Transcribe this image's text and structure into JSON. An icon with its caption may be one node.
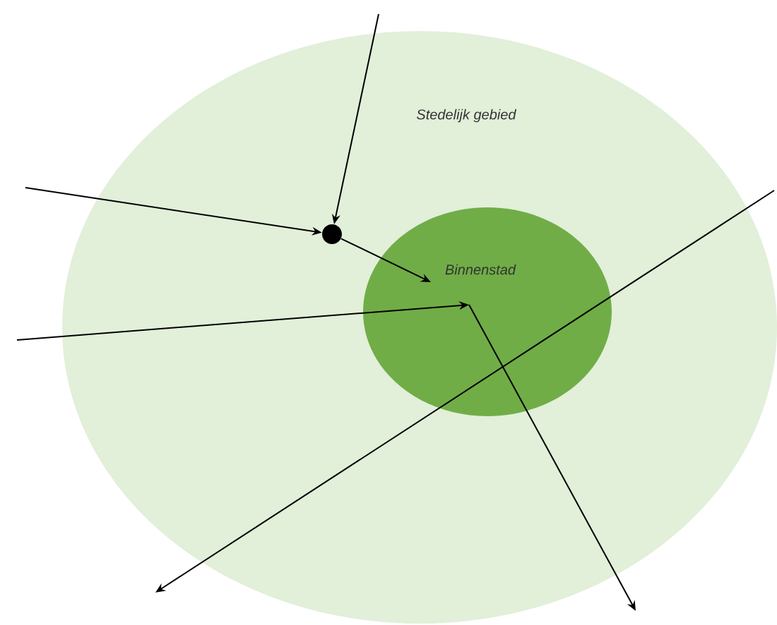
{
  "diagram": {
    "nodes": [
      {
        "text": [
          "Stedelijk gebied"
        ]
      },
      {
        "text": [
          "Binnenstad"
        ],
        "in": 0
      },
      {
        "text": [],
        "shape": "circle",
        "in": 0
      }
    ],
    "edges": [
      {
        "from": null,
        "to": 2,
        "arrow": "to"
      },
      {
        "from": null,
        "to": 2,
        "arrow": "to"
      },
      {
        "from": 2,
        "to": 1,
        "arrow": "to"
      },
      {
        "from": null,
        "to": 1,
        "arrow": "to"
      },
      {
        "from": 1,
        "to": null,
        "arrow": "to"
      }
    ]
  }
}
